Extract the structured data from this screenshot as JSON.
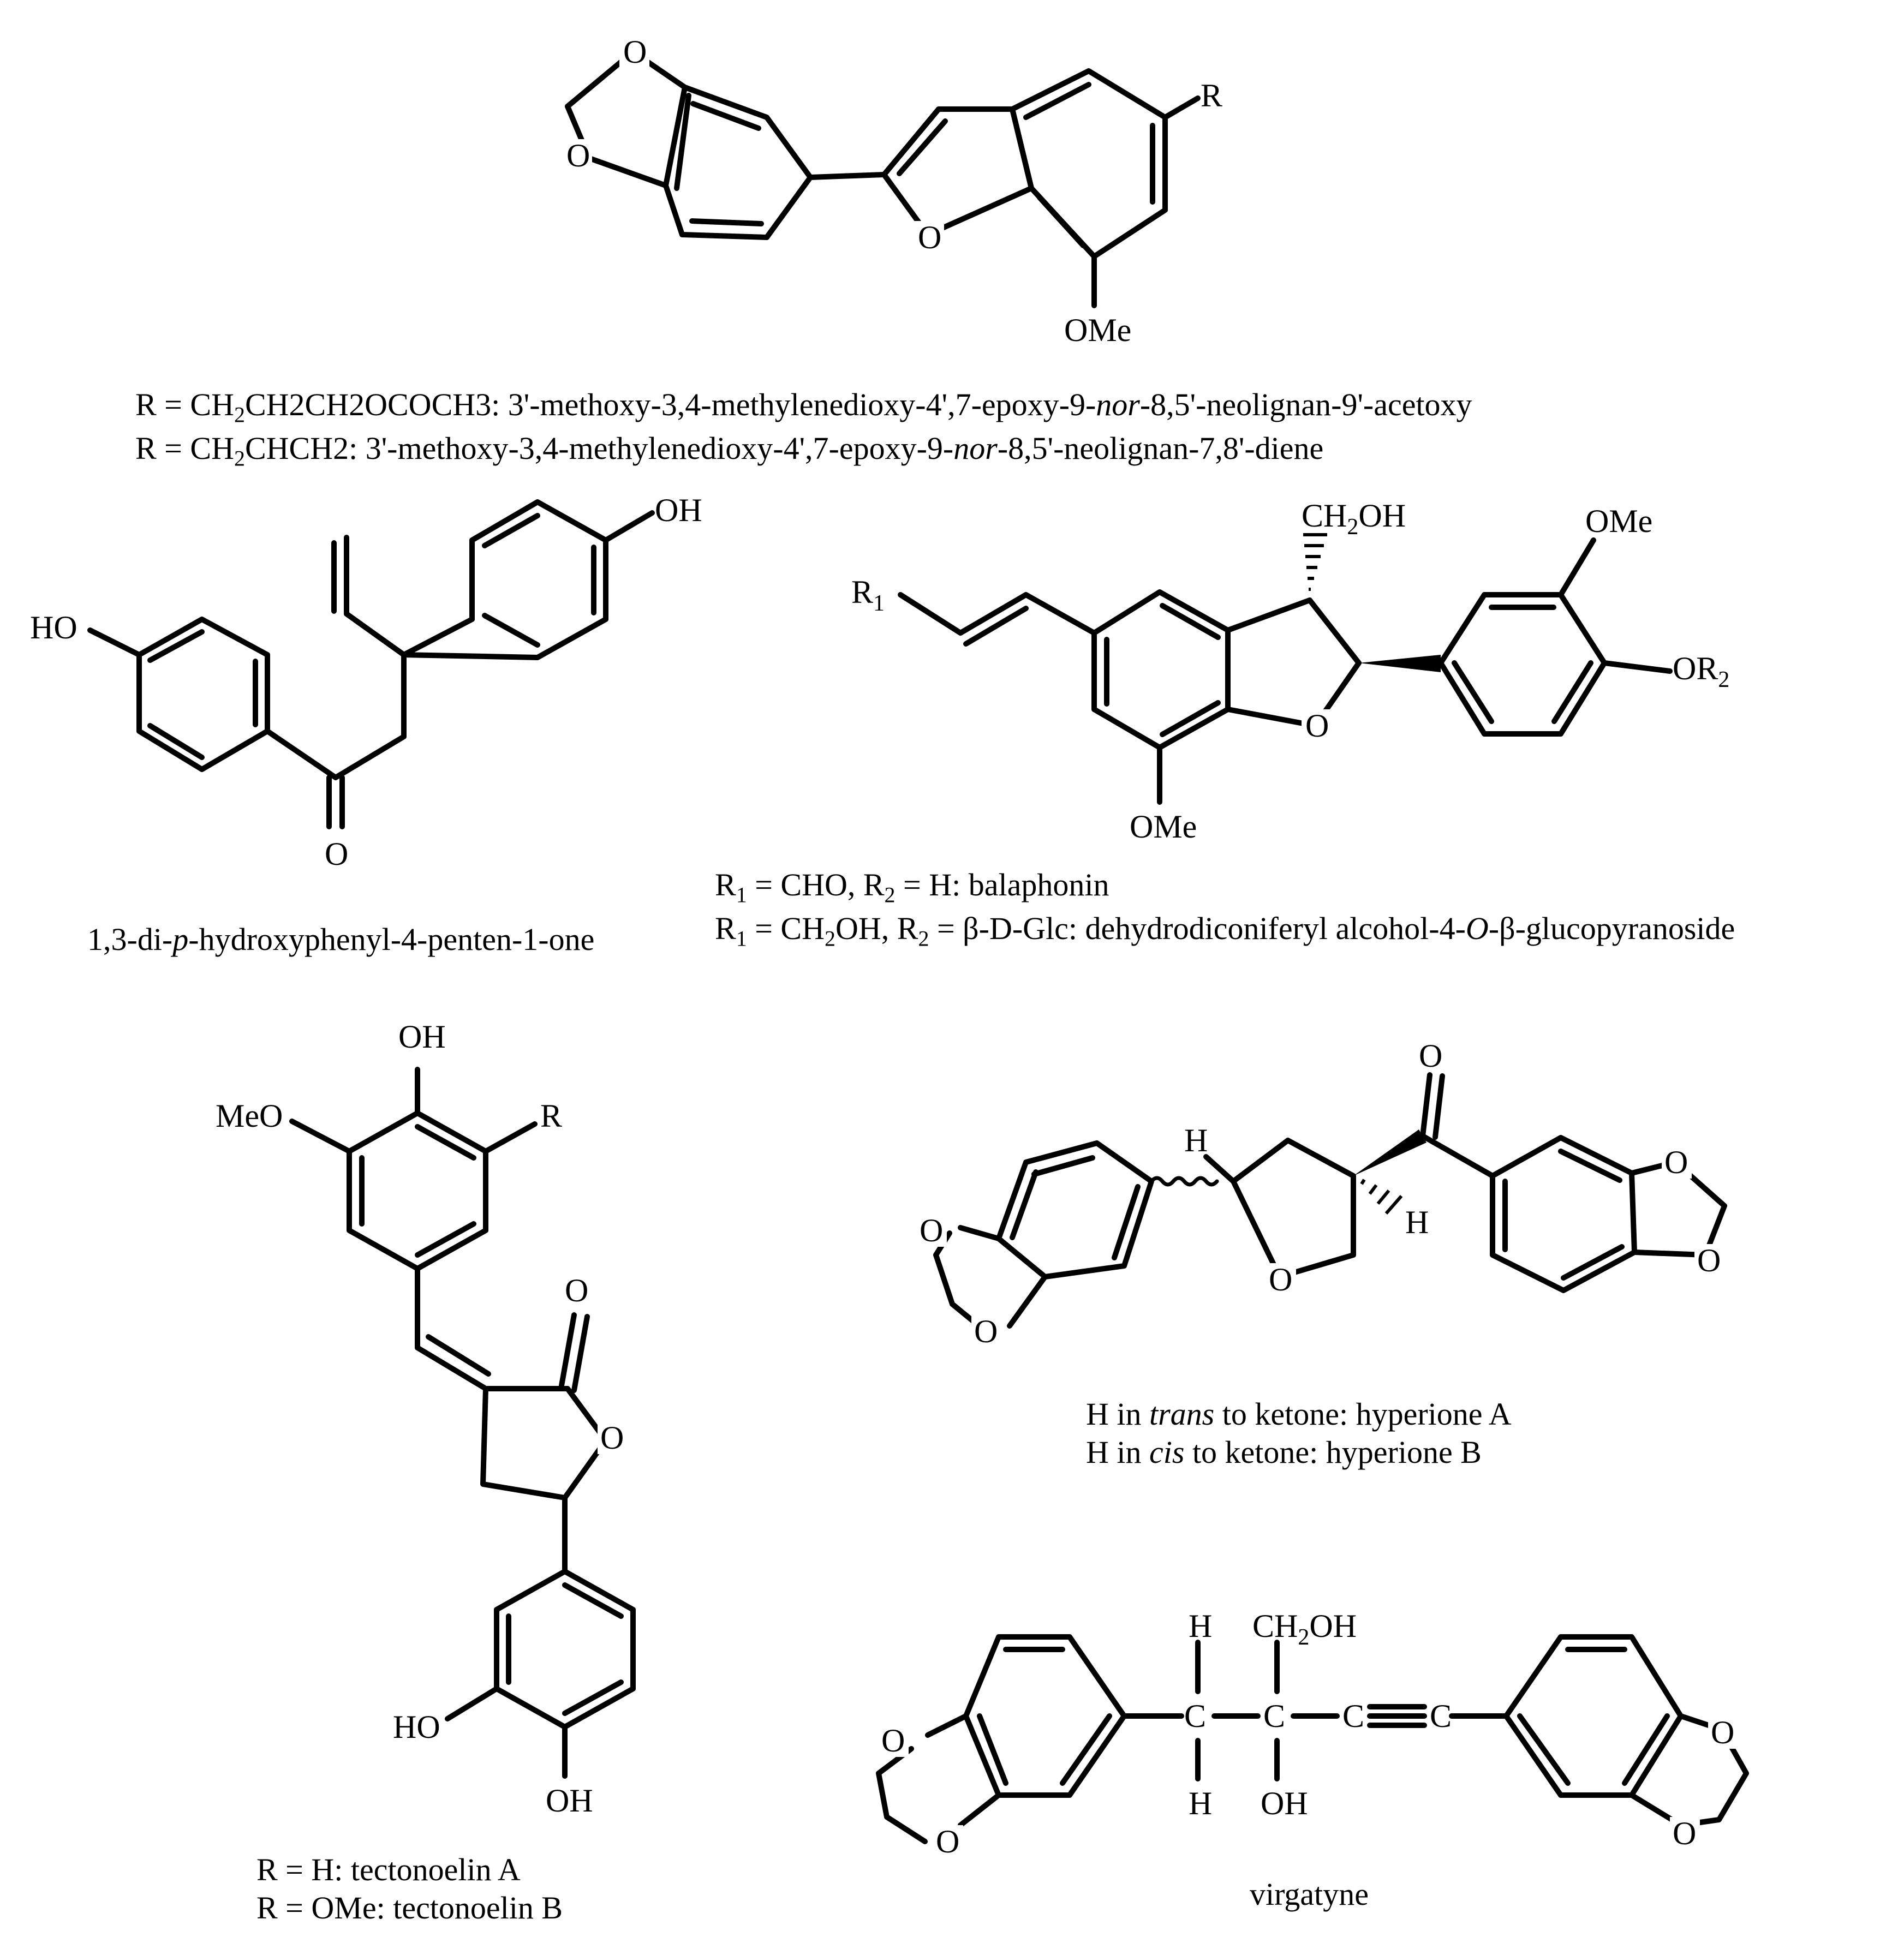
{
  "figure": {
    "background": "#ffffff",
    "ink": "#000000"
  },
  "atoms": {
    "o": "O",
    "r": "R",
    "ome": "OMe",
    "oh": "OH",
    "ho": "HO",
    "meo": "MeO",
    "h": "H",
    "c": "C",
    "ch2oh": "CH2OH",
    "r1": "R1",
    "or2": "OR2"
  },
  "structures": [
    {
      "id": "neolignan-benzofuran",
      "captions": [
        "R = CH2CH2CH2OCOCH3: 3'-methoxy-3,4-methylenedioxy-4',7-epoxy-9-nor-8,5'-neolignan-9'-acetoxy",
        "R = CH2CHCH2: 3'-methoxy-3,4-methylenedioxy-4',7-epoxy-9-nor-8,5'-neolignan-7,8'-diene"
      ]
    },
    {
      "id": "pentenone",
      "captions": [
        "1,3-di-p-hydroxyphenyl-4-penten-1-one"
      ]
    },
    {
      "id": "dihydrobenzofuran",
      "captions": [
        "R1 = CHO, R2 = H: balaphonin",
        "R1 = CH2OH, R2 = β-D-Glc: dehydrodiconiferyl alcohol-4-O-β-glucopyranoside"
      ]
    },
    {
      "id": "tectonoelin",
      "captions": [
        "R = H: tectonoelin A",
        "R = OMe: tectonoelin B"
      ]
    },
    {
      "id": "hyperione",
      "captions": [
        "H in trans to ketone: hyperione A",
        "H in cis to ketone: hyperione B"
      ]
    },
    {
      "id": "virgatyne",
      "captions": [
        "virgatyne"
      ]
    }
  ]
}
